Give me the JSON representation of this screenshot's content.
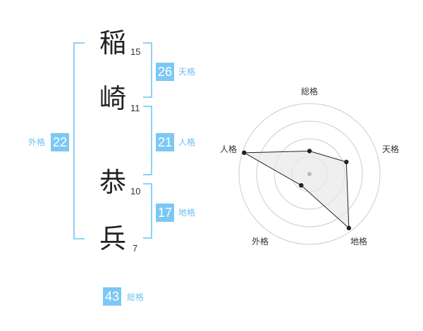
{
  "name": {
    "chars": [
      {
        "char": "稲",
        "strokes": "15"
      },
      {
        "char": "崎",
        "strokes": "11"
      },
      {
        "char": "恭",
        "strokes": "10"
      },
      {
        "char": "兵",
        "strokes": "7"
      }
    ]
  },
  "fortunes": {
    "tenkaku": {
      "value": "26",
      "label": "天格"
    },
    "jinkaku": {
      "value": "21",
      "label": "人格"
    },
    "chikaku": {
      "value": "17",
      "label": "地格"
    },
    "gaikaku": {
      "value": "22",
      "label": "外格"
    },
    "soukaku": {
      "value": "43",
      "label": "総格"
    }
  },
  "chart_data": {
    "type": "radar",
    "axes": [
      "総格",
      "天格",
      "地格",
      "外格",
      "人格"
    ],
    "levels": 4,
    "values": [
      1.3,
      2.2,
      3.8,
      0.8,
      3.9
    ],
    "max": 4,
    "colors": {
      "line": "#222222",
      "fill": "#e8e8e8",
      "grid": "#cccccc",
      "point": "#222222",
      "center": "#bbbbbb"
    }
  }
}
